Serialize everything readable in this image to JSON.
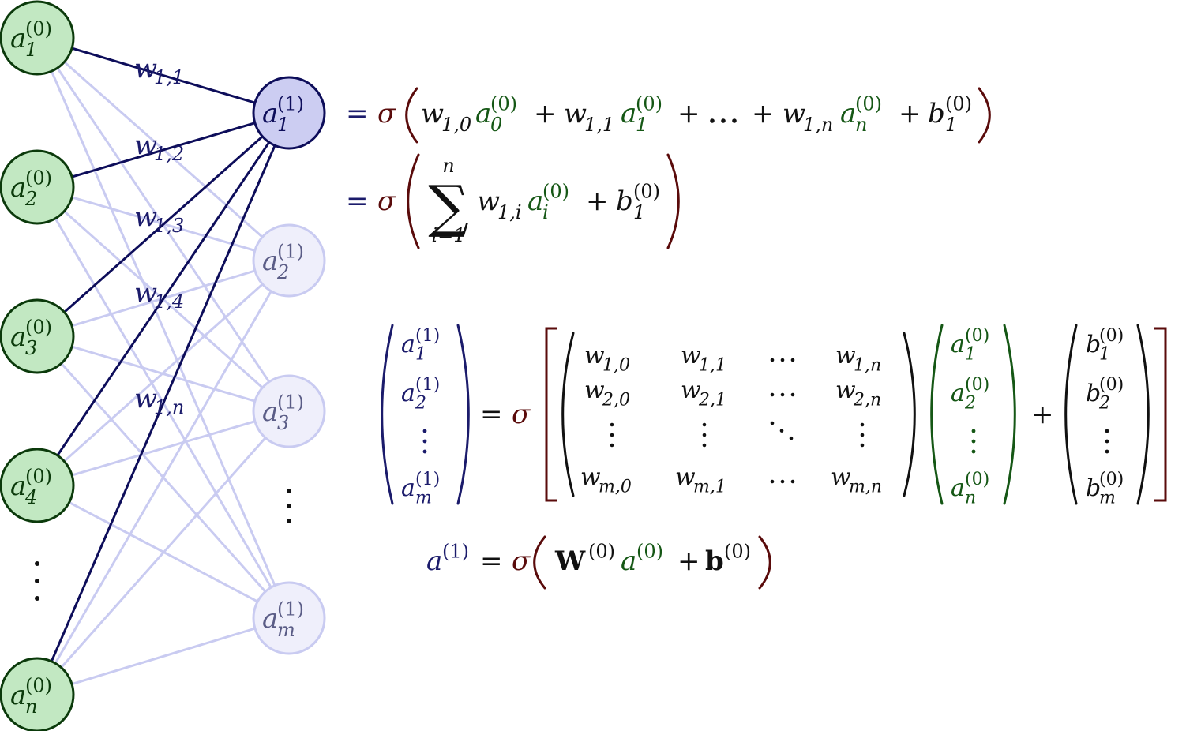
{
  "colors": {
    "input_fill": "#c2e8c2",
    "input_stroke": "#0b3a0b",
    "active_fill": "#cccdf2",
    "active_stroke": "#0d0d5a",
    "faded_fill": "#efeffb",
    "faded_stroke": "#c9cbf1",
    "edge_light": "#c9cbf1",
    "edge_dark": "#0d0d5a",
    "navy": "#1b1b6b",
    "green": "#155715",
    "sigma": "#5a0b0b",
    "black": "#111111"
  },
  "labels": {
    "base_a": "a",
    "sup0": "(0)",
    "sup1": "(1)",
    "eq": "=",
    "plus": "+",
    "sigma": "σ",
    "sum": "∑",
    "sum_lower": "i=1",
    "sum_upper": "n",
    "W": "W",
    "b_bold": "b",
    "b": "b",
    "w": "w",
    "ldots": "…",
    "cdots": "⋯"
  },
  "network": {
    "inputs": [
      {
        "sub": "1"
      },
      {
        "sub": "2"
      },
      {
        "sub": "3"
      },
      {
        "sub": "4"
      },
      {
        "sub": "n"
      }
    ],
    "outputs": [
      {
        "sub": "1",
        "active": true
      },
      {
        "sub": "2",
        "active": false
      },
      {
        "sub": "3",
        "active": false
      },
      {
        "sub": "m",
        "active": false
      }
    ],
    "weights": [
      "1,1",
      "1,2",
      "1,3",
      "1,4",
      "1,n"
    ]
  },
  "equation1": {
    "terms": [
      {
        "w": "1,0",
        "a": "0"
      },
      {
        "w": "1,1",
        "a": "1"
      },
      {
        "w": "1,n",
        "a": "n"
      }
    ],
    "bias_sub": "1"
  },
  "equation2": {
    "w_sub": "1,i",
    "a_sub": "i",
    "bias_sub": "1"
  },
  "matrix_eq": {
    "lhs_subs": [
      "1",
      "2",
      "m"
    ],
    "W_rows": [
      [
        "2,0",
        "2,1",
        "2,n"
      ]
    ],
    "W_row1": [
      "1,0",
      "1,1",
      "1,n"
    ],
    "W_rowm": [
      "m,0",
      "m,1",
      "m,n"
    ],
    "a_subs": [
      "1",
      "2",
      "n"
    ],
    "b_subs": [
      "1",
      "2",
      "m"
    ]
  }
}
